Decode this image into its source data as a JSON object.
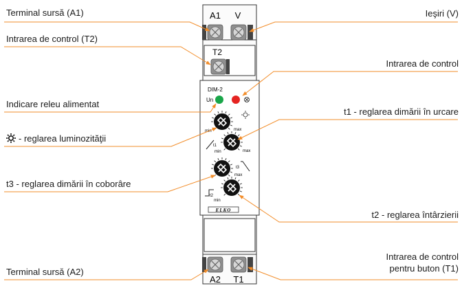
{
  "labels": {
    "terminal_a1": "Terminal sursă (A1)",
    "control_t2": "Intrarea de control (T2)",
    "supply_indicator": "Indicare releu alimentat",
    "brightness": "- reglarea luminozităţii",
    "t3": "t3 - reglarea dimării în coborâre",
    "terminal_a2": "Terminal sursă (A2)",
    "outputs": "Ieşiri (V)",
    "control_input": "Intrarea de control",
    "t1": "t1 - reglarea dimării în urcare",
    "t2": "t2 - reglarea întârzierii",
    "button_input_line1": "Intrarea de control",
    "button_input_line2": "pentru buton (T1)"
  },
  "device": {
    "top_terminal_a1": "A1",
    "top_terminal_v": "V",
    "terminal_t2": "T2",
    "model": "DIM-2",
    "un_label": "Un",
    "knob1_min": "min",
    "knob1_max": "max",
    "knob2_label": "t1",
    "knob2_min": "min",
    "knob2_max": "max",
    "knob3_label": "t3",
    "knob3_max": "max",
    "knob4_label": "t2",
    "knob4_min": "min",
    "brand": "ELKO",
    "bottom_terminal_a2": "A2",
    "bottom_terminal_t1": "T1"
  },
  "colors": {
    "leader_line": "#f28c28",
    "green_led": "#19a649",
    "red_led": "#e52421",
    "terminal_gray": "#8a8a8a"
  },
  "icons": {
    "brightness": "sun-icon",
    "control_input": "lamp-icon"
  }
}
